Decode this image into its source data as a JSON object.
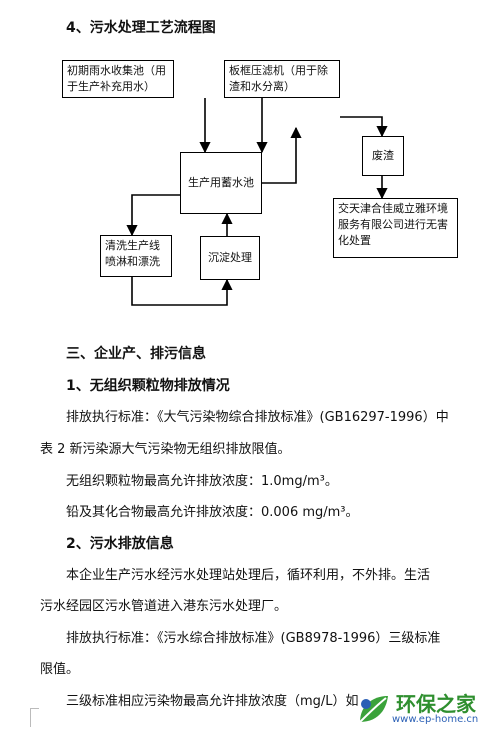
{
  "section4_title": "4、污水处理工艺流程图",
  "flow": {
    "box_initial_rain": "初期雨水收集池（用于生产补充用水）",
    "box_filter_press": "板框压滤机（用于除渣和水分离）",
    "box_waste_residue": "废渣",
    "box_storage_pool": "生产用蓄水池",
    "box_disposal": "交天津合佳威立雅环境服务有限公司进行无害化处置",
    "box_cleaning": "清洗生产线喷淋和漂洗",
    "box_sedimentation": "沉淀处理"
  },
  "section3_title": "三、企业产、排污信息",
  "sub1_title": "1、无组织颗粒物排放情况",
  "p1_line1": "排放执行标准：《大气污染物综合排放标准》(GB16297-1996）中",
  "p1_line2": "表 2 新污染源大气污染物无组织排放限值。",
  "p2": "无组织颗粒物最高允许排放浓度：1.0mg/m³。",
  "p3": "铅及其化合物最高允许排放浓度：0.006 mg/m³。",
  "sub2_title": "2、污水排放信息",
  "p4_line1": "本企业生产污水经污水处理站处理后，循环利用，不外排。生活",
  "p4_line2": "污水经园区污水管道进入港东污水处理厂。",
  "p5_line1": "排放执行标准：《污水综合排放标准》(GB8978-1996）三级标准",
  "p5_line2": "限值。",
  "p6": "三级标准相应污染物最高允许排放浓度（mg/L）如",
  "watermark": {
    "brand": "环保之家",
    "url": "www.ep-home.cn",
    "brand_color": "#2f8f2f",
    "url_color": "#2a5fb5"
  }
}
